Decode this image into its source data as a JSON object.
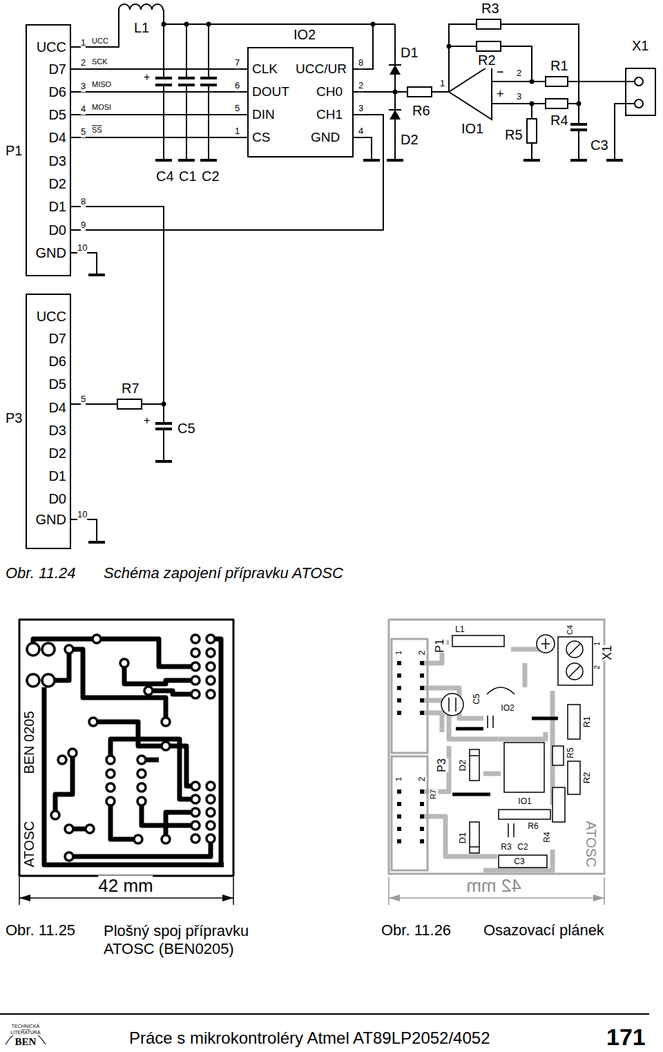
{
  "diagram": {
    "nodes": [
      {
        "text": [
          "P1",
          "UCC",
          "D7",
          "D6",
          "D5",
          "D4",
          "D3",
          "D2",
          "D1",
          "D0",
          "GND"
        ]
      },
      {
        "text": [
          "IO2",
          "CLK",
          "DOUT",
          "DIN",
          "CS",
          "UCC/UR",
          "CH0",
          "CH1",
          "GND"
        ]
      },
      {
        "text": [
          "X1"
        ]
      },
      {
        "text": [
          "P3",
          "UCC",
          "D7",
          "D6",
          "D5",
          "D4",
          "D3",
          "D2",
          "D1",
          "D0",
          "GND"
        ]
      }
    ],
    "edges": [
      {
        "from": 0,
        "to": 1,
        "label": "SCK",
        "arrow": "none"
      },
      {
        "from": 0,
        "to": 1,
        "label": "MISO",
        "arrow": "none"
      },
      {
        "from": 0,
        "to": 1,
        "label": "MOSI",
        "arrow": "none"
      },
      {
        "from": 0,
        "to": 1,
        "label": "SS",
        "arrow": "none"
      },
      {
        "from": 0,
        "to": 1,
        "arrow": "none"
      }
    ],
    "labels": [
      "1",
      "UCC",
      "2",
      "3",
      "4",
      "5",
      "8",
      "9",
      "10",
      "L1",
      "C4",
      "C1",
      "C2",
      "7",
      "6",
      "5",
      "1",
      "8",
      "2",
      "3",
      "4",
      "D1",
      "D2",
      "R6",
      "R3",
      "R2",
      "1",
      "2",
      "3",
      "−",
      "+",
      "IO1",
      "R5",
      "R1",
      "R4",
      "C3",
      "+",
      "5",
      "10",
      "R7",
      "+",
      "C5",
      "Obr. 11.24",
      "Schéma zapojení přípravku ATOSC",
      "BEN 0205",
      "ATOSC",
      "42 mm",
      "1",
      "2",
      "P1",
      "L1",
      "C4",
      "1",
      "2",
      "X1",
      "C5",
      "IO2",
      "R1",
      "R5",
      "R2",
      "D2",
      "P3",
      "1",
      "2",
      "R7",
      "IO1",
      "R6",
      "D1",
      "R3",
      "C2",
      "R4",
      "C3",
      "ATOSC",
      "42 mm",
      "Obr. 11.25",
      "Plošný spoj přípravku ATOSC (BEN0205)",
      "Obr. 11.26",
      "Osazovací plánek",
      "TECHNICKÁ",
      "LITERATURA",
      "BEN",
      "Práce s mikrokontroléry Atmel AT89LP2052/4052",
      "171"
    ]
  }
}
